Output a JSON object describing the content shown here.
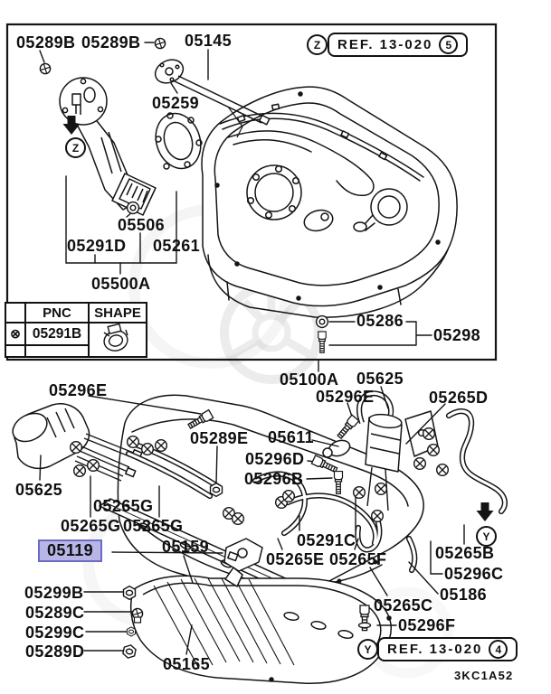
{
  "doc": {
    "sheet_code": "3KC1A52"
  },
  "refs": {
    "top": {
      "zone": "Z",
      "text": "REF. 13-020",
      "page": "5"
    },
    "bottom": {
      "zone": "Y",
      "text": "REF. 13-020",
      "page": "4"
    }
  },
  "zones": {
    "sender": "Z",
    "hose": "Y"
  },
  "table": {
    "pnc_header": "PNC",
    "shape_header": "SHAPE",
    "symbol": "⊗",
    "row_pnc": "05291B",
    "shape_icon": "hose-clamp"
  },
  "selected": {
    "part": "05119",
    "highlight_bg": "#b7b6e6",
    "highlight_border": "#6d6cc4"
  },
  "labels": {
    "l05289b_1": "05289B",
    "l05289b_2": "05289B",
    "l05145": "05145",
    "l05259": "05259",
    "l05506": "05506",
    "l05291d": "05291D",
    "l05261": "05261",
    "l05500a": "05500A",
    "l05286": "05286",
    "l05298": "05298",
    "l05100a": "05100A",
    "l05625_top": "05625",
    "l05296e_r": "05296E",
    "l05265d": "05265D",
    "l05296e_l": "05296E",
    "l05289e": "05289E",
    "l05611": "05611",
    "l05296d": "05296D",
    "l05296b": "05296B",
    "l05625_l": "05625",
    "l05265g_1": "05265G",
    "l05265g_2": "05265G",
    "l05265g_3": "05265G",
    "l05119": "05119",
    "l05159": "05159",
    "l05291c": "05291C",
    "l05265e": "05265E",
    "l05265f": "05265F",
    "l05265b": "05265B",
    "l05296c": "05296C",
    "l05186": "05186",
    "l05265c": "05265C",
    "l05296f": "05296F",
    "l05299b": "05299B",
    "l05289c": "05289C",
    "l05299c": "05299C",
    "l05289d": "05289D",
    "l05165": "05165"
  }
}
